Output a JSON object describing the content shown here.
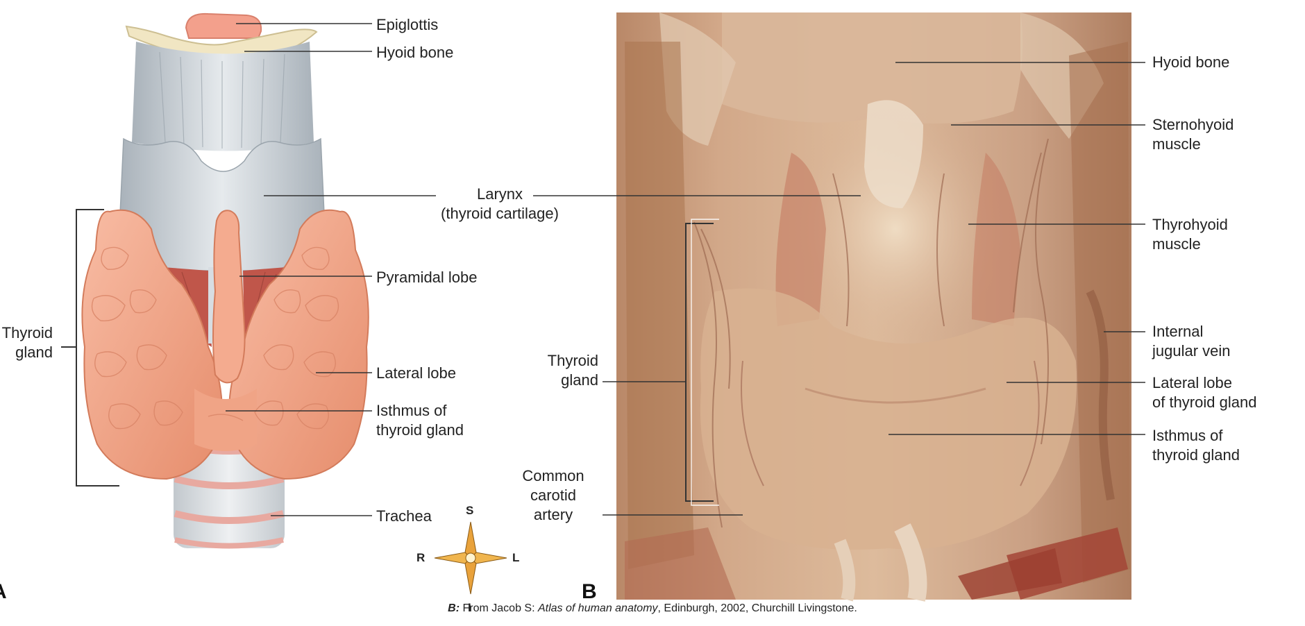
{
  "panel_a": {
    "letter": "A",
    "labels": {
      "epiglottis": "Epiglottis",
      "hyoid_bone": "Hyoid bone",
      "larynx_1": "Larynx",
      "larynx_2": "(thyroid cartilage)",
      "pyramidal_lobe": "Pyramidal lobe",
      "thyroid_gland_1": "Thyroid",
      "thyroid_gland_2": "gland",
      "lateral_lobe": "Lateral lobe",
      "isthmus_1": "Isthmus of",
      "isthmus_2": "thyroid gland",
      "trachea": "Trachea"
    }
  },
  "panel_b": {
    "letter": "B",
    "labels": {
      "hyoid_bone": "Hyoid bone",
      "sternohyoid_1": "Sternohyoid",
      "sternohyoid_2": "muscle",
      "thyrohyoid_1": "Thyrohyoid",
      "thyrohyoid_2": "muscle",
      "internal_jugular_1": "Internal",
      "internal_jugular_2": "jugular vein",
      "lateral_lobe_1": "Lateral lobe",
      "lateral_lobe_2": "of thyroid gland",
      "isthmus_1": "Isthmus of",
      "isthmus_2": "thyroid gland",
      "thyroid_gland_1": "Thyroid",
      "thyroid_gland_2": "gland",
      "carotid_1": "Common",
      "carotid_2": "carotid",
      "carotid_3": "artery"
    }
  },
  "compass": {
    "s": "S",
    "i": "I",
    "r": "R",
    "l": "L"
  },
  "caption": {
    "prefix": "B:",
    "from": " From Jacob S: ",
    "title": "Atlas of human anatomy",
    "rest": ", Edinburgh, 2002, Churchill Livingstone."
  },
  "colors": {
    "thyroid": "#f4a488",
    "thyroid_shadow": "#d9805f",
    "cartilage": "#cfd5da",
    "muscle": "#c0564a",
    "photo_base": "#c89a78",
    "leader": "#333333"
  }
}
